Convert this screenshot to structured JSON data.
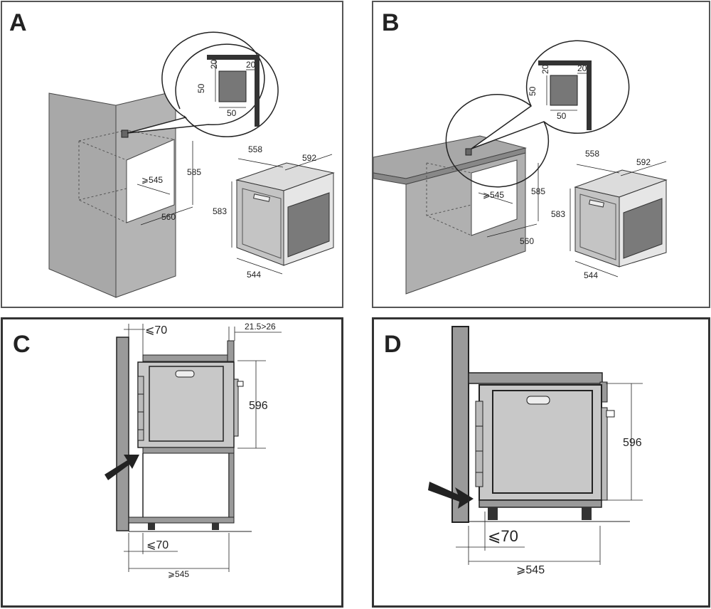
{
  "panels": {
    "A": {
      "letter": "A",
      "inset": {
        "top": "20",
        "right": "20",
        "height": "50",
        "width": "50"
      },
      "niche": {
        "depth": "⩾545",
        "height": "585",
        "width": "560"
      },
      "oven": {
        "depth": "558",
        "width": "592",
        "height": "583",
        "front_width": "544"
      }
    },
    "B": {
      "letter": "B",
      "inset": {
        "top": "20",
        "right": "20",
        "height": "50",
        "width": "50"
      },
      "niche": {
        "depth": "⩾545",
        "height": "585",
        "width": "560"
      },
      "oven": {
        "depth": "558",
        "width": "592",
        "height": "583",
        "front_width": "544"
      }
    },
    "C": {
      "letter": "C",
      "gap_top": "⩽70",
      "rear_gap": "21.5>26",
      "height": "596",
      "gap_bottom": "⩽70",
      "depth": "⩾545"
    },
    "D": {
      "letter": "D",
      "height": "596",
      "gap": "⩽70",
      "depth": "⩾545"
    }
  },
  "colors": {
    "frame": "#333333",
    "panel_fill": "#9a9a9a",
    "panel_light": "#c8c8c8",
    "line": "#222222"
  }
}
